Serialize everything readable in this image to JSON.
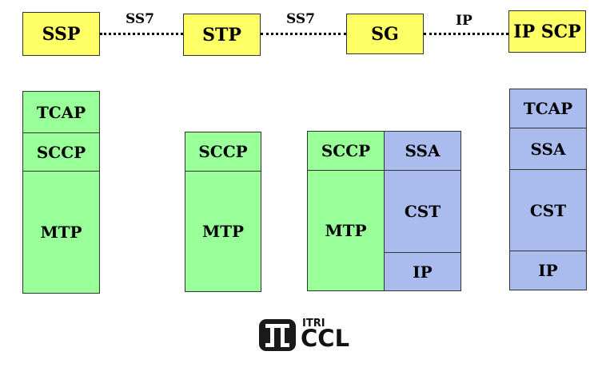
{
  "nodes": {
    "ssp": "SSP",
    "stp": "STP",
    "sg": "SG",
    "ipscp": "IP SCP"
  },
  "links": {
    "ssp_stp": "SS7",
    "stp_sg": "SS7",
    "sg_ipscp": "IP"
  },
  "stacks": {
    "ssp": [
      "TCAP",
      "SCCP",
      "MTP"
    ],
    "stp": [
      "SCCP",
      "MTP"
    ],
    "sg_left": [
      "SCCP",
      "MTP"
    ],
    "sg_right": [
      "SSA",
      "CST",
      "IP"
    ],
    "ipscp": [
      "TCAP",
      "SSA",
      "CST",
      "IP"
    ]
  },
  "logo": {
    "top_text": "ITRI",
    "main_text": "CCL"
  },
  "colors": {
    "node_fill": "#ffff66",
    "green_fill": "#99ff99",
    "blue_fill": "#aabbee"
  }
}
